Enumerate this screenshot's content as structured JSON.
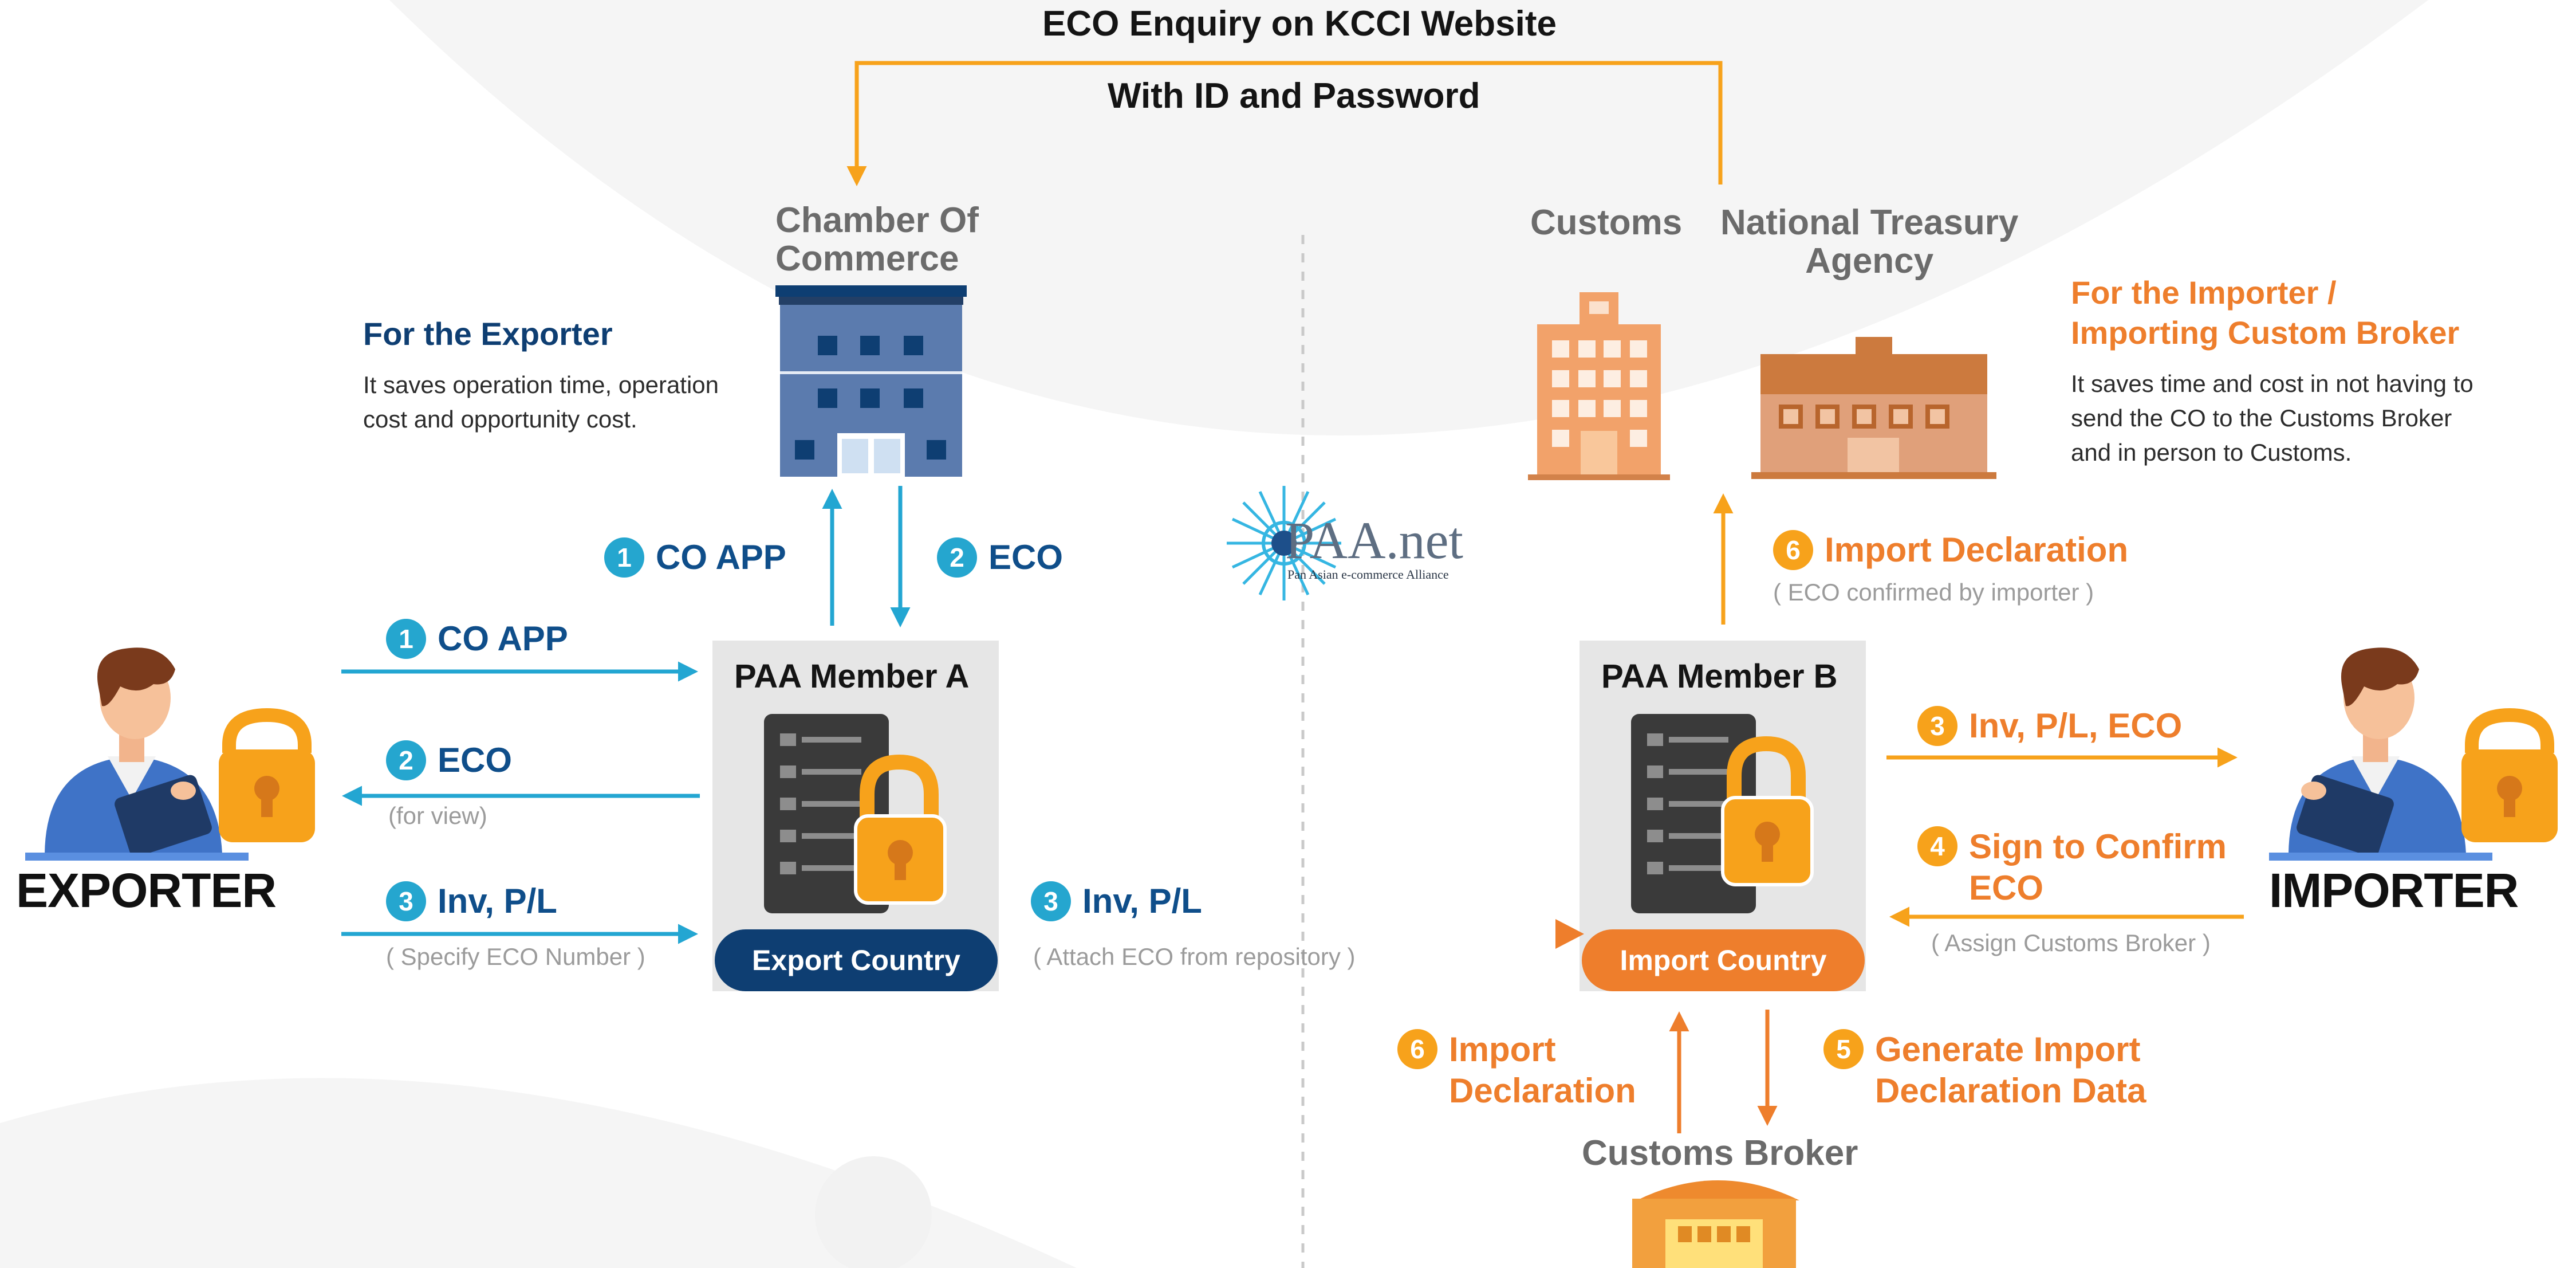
{
  "header": {
    "line1": "ECO Enquiry on KCCI Website",
    "line2": "With ID and Password"
  },
  "buildings": {
    "chamber": "Chamber Of\nCommerce",
    "customs": "Customs",
    "treasury": "National Treasury\nAgency",
    "broker": "Customs Broker"
  },
  "exporter_note": {
    "title": "For the Exporter",
    "text": "It saves operation time, operation\ncost and opportunity cost."
  },
  "importer_note": {
    "title": "For the Importer /\nImporting Custom Broker",
    "text": "It saves time and cost in not having to\nsend the CO to the Customs Broker\nand in person to Customs."
  },
  "logo": {
    "name": "PAA.net",
    "tagline": "Pan Asian e-commerce Alliance"
  },
  "members": {
    "a": {
      "title": "PAA Member A",
      "country": "Export Country"
    },
    "b": {
      "title": "PAA Member B",
      "country": "Import Country"
    }
  },
  "roles": {
    "exporter": "EXPORTER",
    "importer": "IMPORTER"
  },
  "steps": {
    "chamber_co_app": {
      "num": "1",
      "text": "CO APP"
    },
    "chamber_eco": {
      "num": "2",
      "text": "ECO"
    },
    "exp_co_app": {
      "num": "1",
      "text": "CO APP"
    },
    "exp_eco": {
      "num": "2",
      "text": "ECO",
      "sub": "(for view)"
    },
    "exp_inv": {
      "num": "3",
      "text": "Inv, P/L",
      "sub": "( Specify ECO Number )"
    },
    "ab_inv": {
      "num": "3",
      "text": "Inv, P/L",
      "sub": "( Attach ECO from repository )"
    },
    "customs_import": {
      "num": "6",
      "text": "Import Declaration",
      "sub": "( ECO confirmed by importer )"
    },
    "imp_inv": {
      "num": "3",
      "text": "Inv, P/L, ECO"
    },
    "imp_sign": {
      "num": "4",
      "text": "Sign to Confirm\nECO",
      "sub": "( Assign Customs Broker )"
    },
    "broker_import": {
      "num": "6",
      "text": "Import\nDeclaration"
    },
    "broker_generate": {
      "num": "5",
      "text": "Generate Import\nDeclaration Data"
    }
  },
  "colors": {
    "blue_arrow": "#23a6d2",
    "orange_arrow": "#f7a21b",
    "navy_text": "#0f4e8a",
    "orange_text": "#ee7e2c",
    "export_pill": "#0e3e72",
    "import_pill": "#ee7e2c"
  },
  "icons": [
    "building-icon",
    "server-icon",
    "lock-icon",
    "person-icon",
    "network-logo-icon"
  ]
}
